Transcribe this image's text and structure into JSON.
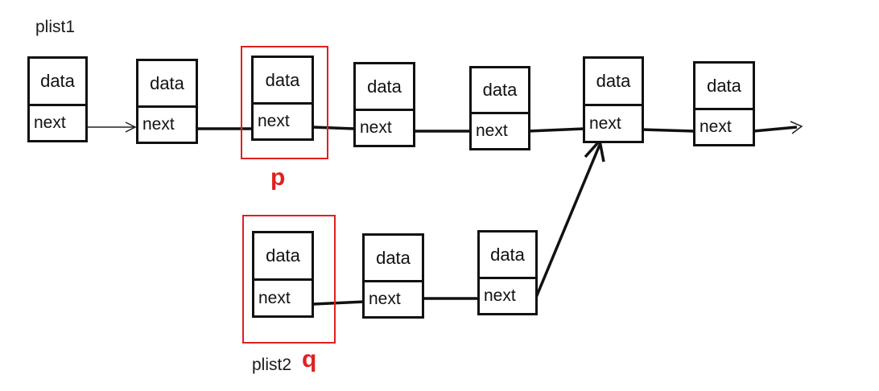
{
  "labels": {
    "list1": "plist1",
    "list2": "plist2",
    "pointer_p": "p",
    "pointer_q": "q"
  },
  "node_field_labels": {
    "data": "data",
    "next": "next"
  },
  "list1_nodes": [
    {
      "data": "data",
      "next": "next"
    },
    {
      "data": "data",
      "next": "next"
    },
    {
      "data": "data",
      "next": "next"
    },
    {
      "data": "data",
      "next": "next"
    },
    {
      "data": "data",
      "next": "next"
    },
    {
      "data": "data",
      "next": "next"
    },
    {
      "data": "data",
      "next": "next"
    }
  ],
  "list2_nodes": [
    {
      "data": "data",
      "next": "next"
    },
    {
      "data": "data",
      "next": "next"
    },
    {
      "data": "data",
      "next": "next"
    }
  ],
  "colors": {
    "ink": "#111111",
    "highlight": "#e02020",
    "background": "#ffffff"
  }
}
